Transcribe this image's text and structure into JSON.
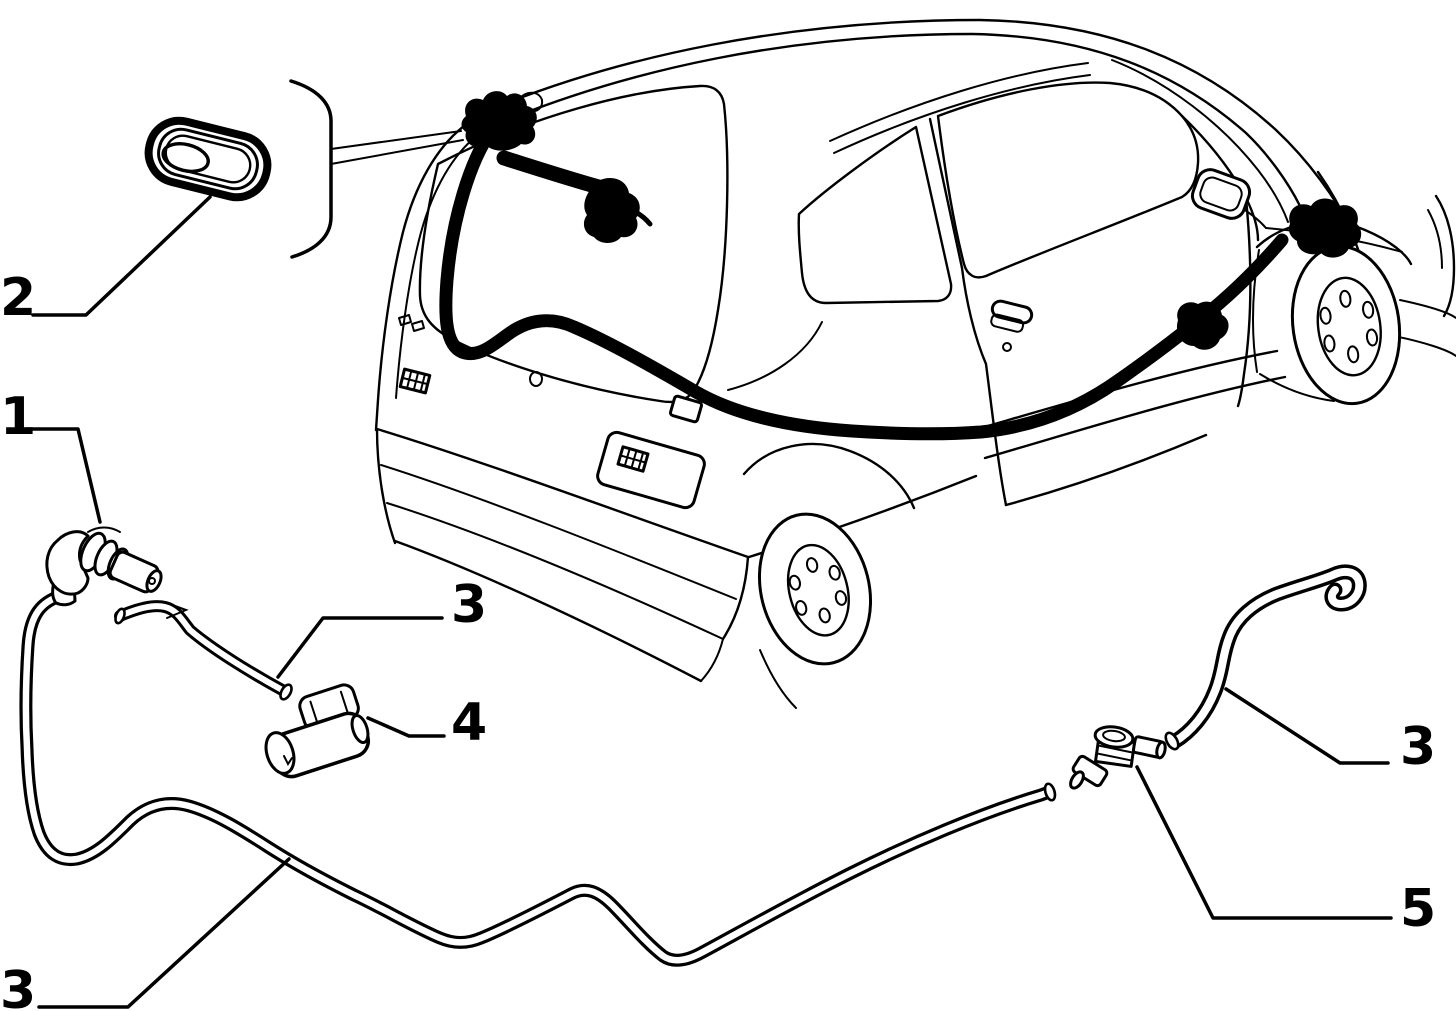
{
  "figure": {
    "background_color": "#ffffff",
    "line_color": "#000000",
    "callouts": [
      {
        "part": "grommet",
        "label": "2"
      },
      {
        "part": "washer-pump",
        "label": "1"
      },
      {
        "part": "hose-elbow",
        "label": "3"
      },
      {
        "part": "spray-nozzle",
        "label": "4"
      },
      {
        "part": "hose-rear",
        "label": "3"
      },
      {
        "part": "tee-connector",
        "label": "5"
      },
      {
        "part": "hose-main",
        "label": "3"
      }
    ]
  }
}
